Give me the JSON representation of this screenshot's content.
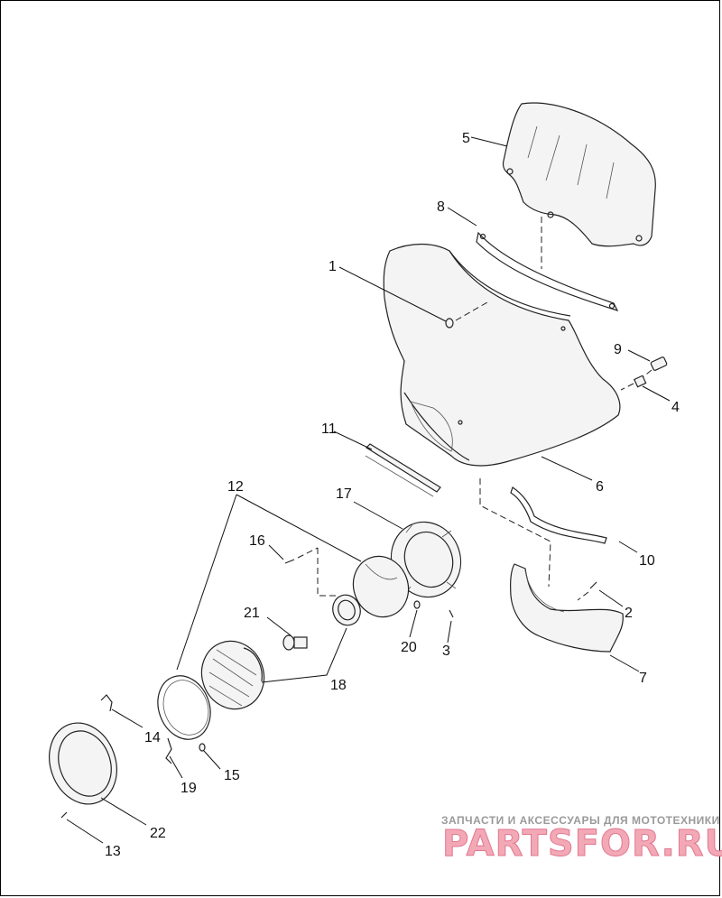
{
  "callouts": {
    "c1": "1",
    "c2": "2",
    "c3": "3",
    "c4": "4",
    "c5": "5",
    "c6": "6",
    "c7": "7",
    "c8": "8",
    "c9": "9",
    "c10": "10",
    "c11": "11",
    "c12": "12",
    "c13": "13",
    "c14": "14",
    "c15": "15",
    "c16": "16",
    "c17": "17",
    "c18": "18",
    "c19": "19",
    "c20": "20",
    "c21": "21",
    "c22": "22"
  },
  "watermark": {
    "tagline": "ЗАПЧАСТИ И АКСЕССУАРЫ ДЛЯ МОТОТЕХНИКИ",
    "logo": "PARTSFOR.RU",
    "logo_color": "#f3a8b6"
  }
}
